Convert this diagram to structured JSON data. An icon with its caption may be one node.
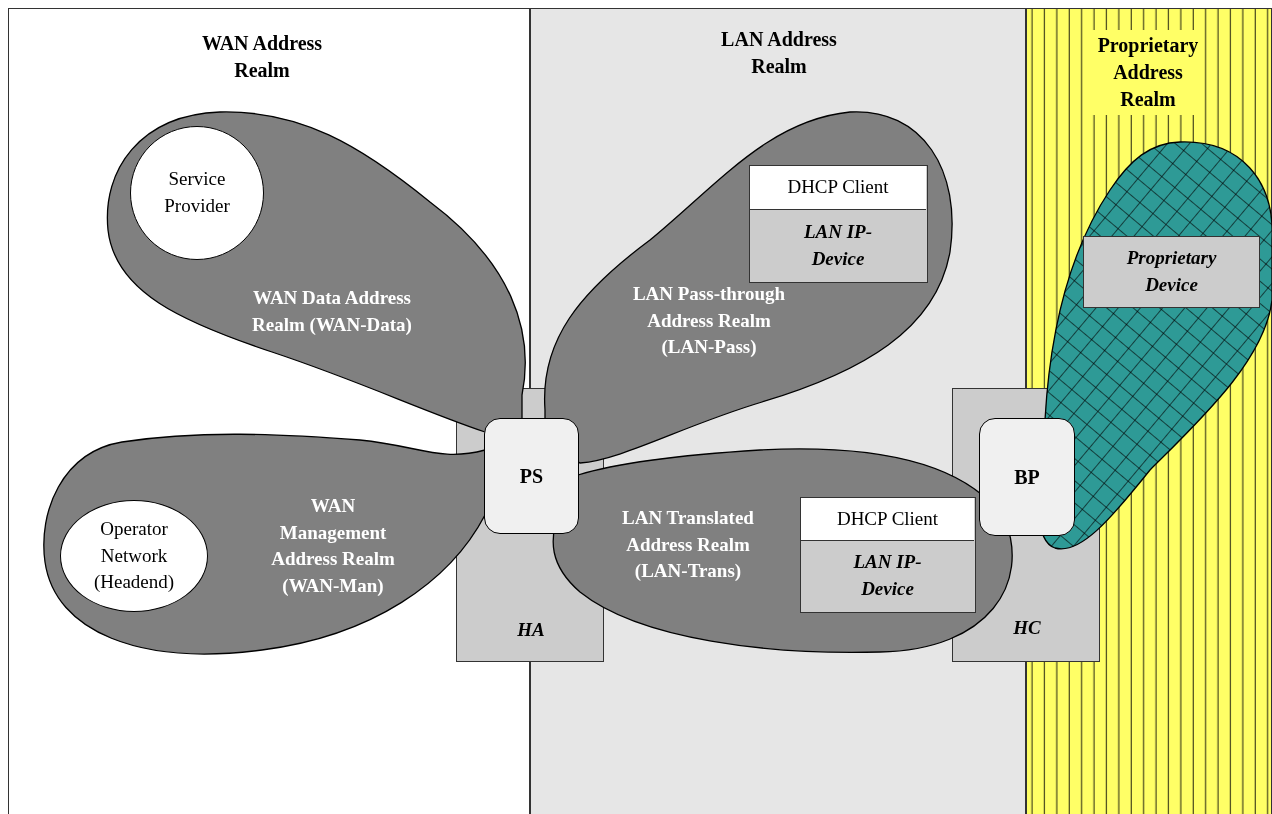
{
  "diagram": {
    "nodes": [
      {
        "text": [
          "WAN Address Realm"
        ]
      },
      {
        "text": [
          "WAN Data Address Realm (WAN-Data)"
        ],
        "in": 0
      },
      {
        "text": [
          "Service Provider"
        ],
        "in": 1
      },
      {
        "text": [
          "WAN Management Address Realm (WAN-Man)"
        ],
        "in": 0
      },
      {
        "text": [
          "Operator Network (Headend)"
        ],
        "in": 3
      },
      {
        "text": [
          "LAN Address Realm"
        ]
      },
      {
        "text": [
          "LAN Pass-through Address Realm (LAN-Pass)"
        ],
        "in": 5
      },
      {
        "text": [
          "DHCP Client",
          "LAN IP-Device"
        ],
        "in": 6
      },
      {
        "text": [
          "LAN Translated Address Realm (LAN-Trans)"
        ],
        "in": 5
      },
      {
        "text": [
          "DHCP Client",
          "LAN IP-Device"
        ],
        "in": 8
      },
      {
        "text": [
          "Proprietary Address Realm"
        ]
      },
      {
        "text": [],
        "shape": "blob",
        "in": 10
      },
      {
        "text": [
          "Proprietary Device"
        ],
        "in": 11
      },
      {
        "text": [
          "HA"
        ]
      },
      {
        "text": [
          "PS"
        ],
        "in": 13
      },
      {
        "text": [
          "HC"
        ]
      },
      {
        "text": [
          "BP"
        ],
        "in": 15
      }
    ]
  }
}
